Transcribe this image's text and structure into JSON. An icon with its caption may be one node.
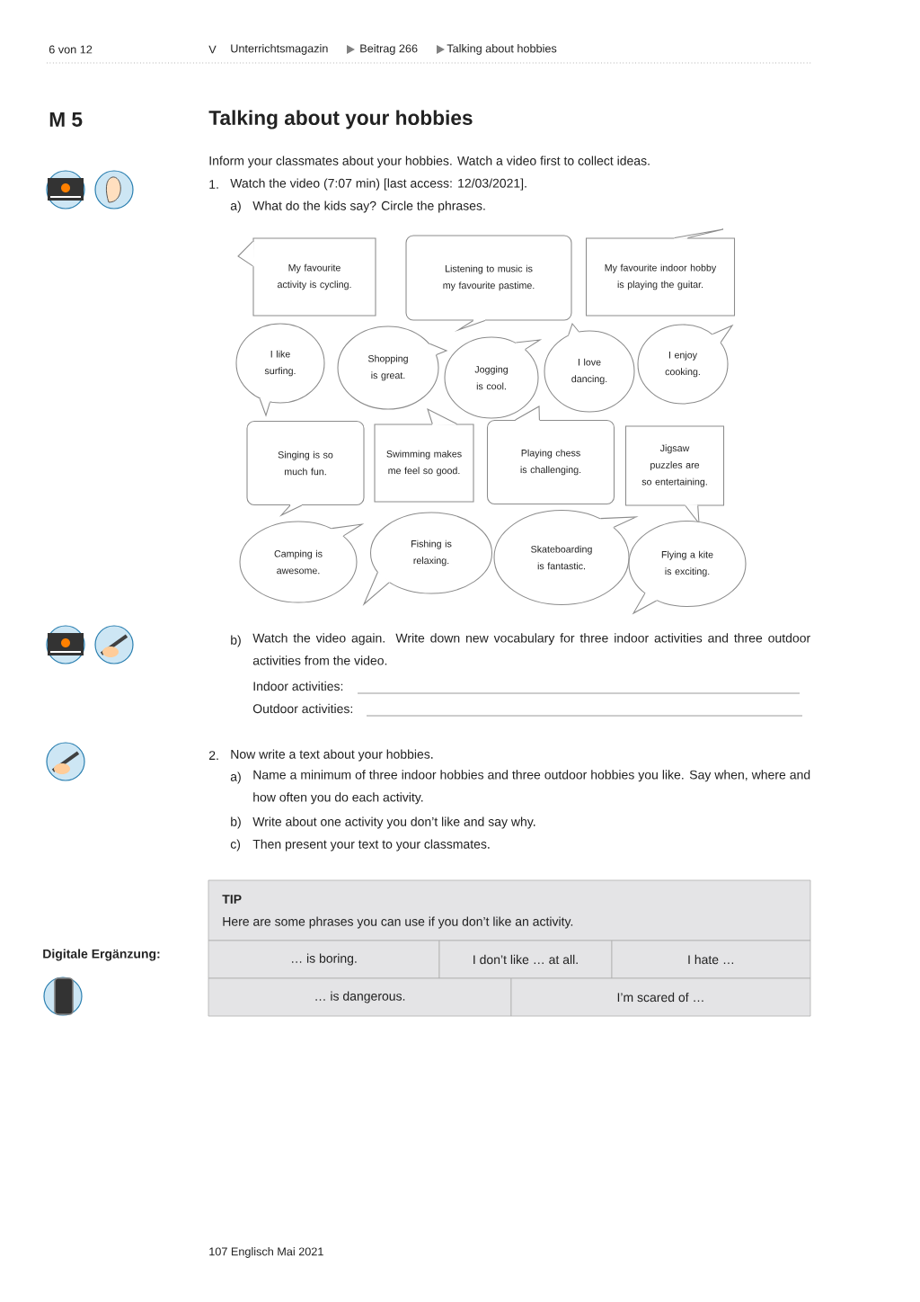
{
  "diagram": {
    "title": "Talking about your hobbies",
    "nodes": [
      {
        "text": [
          "My favourite activity is cycling."
        ]
      },
      {
        "text": [
          "Listening to music is my favourite pastime."
        ]
      },
      {
        "text": [
          "My favourite indoor hobby is playing the guitar."
        ]
      },
      {
        "text": [
          "I like surfing."
        ]
      },
      {
        "text": [
          "Shopping is great."
        ]
      },
      {
        "text": [
          "Jogging is cool."
        ]
      },
      {
        "text": [
          "I love dancing."
        ]
      },
      {
        "text": [
          "I enjoy cooking."
        ]
      },
      {
        "text": [
          "Singing is so much fun."
        ]
      },
      {
        "text": [
          "Swimming makes me feel so good."
        ]
      },
      {
        "text": [
          "Playing chess is challenging."
        ]
      },
      {
        "text": [
          "Jigsaw puzzles are so entertaining."
        ]
      },
      {
        "text": [
          "Camping is awesome."
        ]
      },
      {
        "text": [
          "Fishing is relaxing."
        ]
      },
      {
        "text": [
          "Skateboarding is fantastic."
        ]
      },
      {
        "text": [
          "Flying a kite is exciting."
        ]
      }
    ],
    "labels": [
      "6 von 12",
      "V",
      "Unterrichtsmagazin",
      "Beitrag 266",
      "Talking about hobbies",
      "M 5",
      "Inform your classmates about your hobbies. Watch a video first to collect ideas.",
      "1.",
      "Watch the video (7:07 min) [last access: 12/03/2021].",
      "a)",
      "What do the kids say? Circle the phrases.",
      "b)",
      "Watch the video again. Write down new vocabulary for three indoor activities and three outdoor activities from the video.",
      "Indoor activities:",
      "Outdoor activities:",
      "2.",
      "Now write a text about your hobbies.",
      "a)",
      "Name a minimum of three indoor hobbies and three outdoor hobbies you like. Say when, where and how often you do each activity.",
      "b)",
      "Write about one activity you don’t like and say why.",
      "c)",
      "Then present your text to your classmates.",
      "TIP",
      "Here are some phrases you can use if you don’t like an activity.",
      "… is boring.",
      "I don’t like … at all.",
      "I hate …",
      "… is dangerous.",
      "I’m scared of …",
      "Digitale Ergänzung:",
      "107 Englisch Mai 2021"
    ]
  }
}
